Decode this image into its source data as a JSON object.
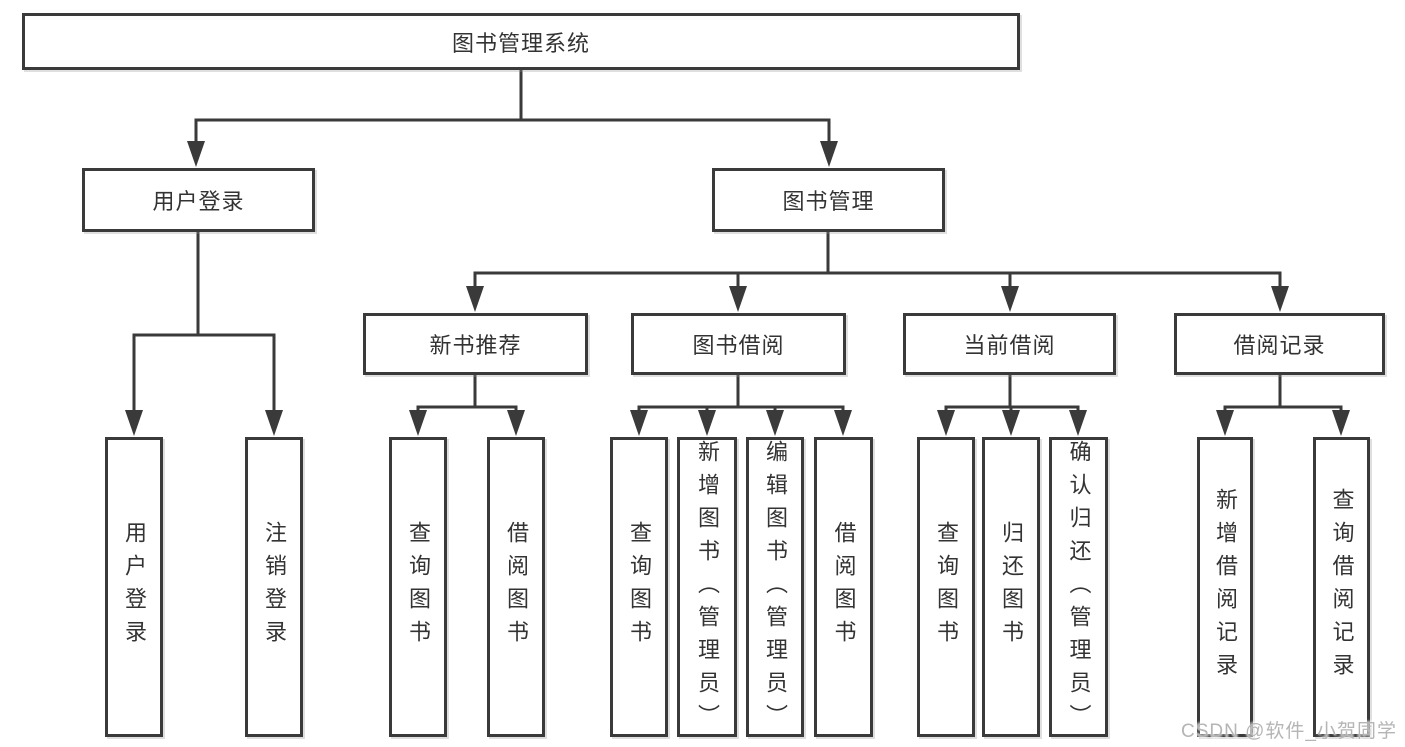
{
  "diagram": {
    "root": {
      "label": "图书管理系统"
    },
    "level2": [
      {
        "label": "用户登录"
      },
      {
        "label": "图书管理"
      }
    ],
    "level3": [
      {
        "label": "新书推荐"
      },
      {
        "label": "图书借阅"
      },
      {
        "label": "当前借阅"
      },
      {
        "label": "借阅记录"
      }
    ],
    "leaves": [
      {
        "label": "用户登录"
      },
      {
        "label": "注销登录"
      },
      {
        "label": "查询图书"
      },
      {
        "label": "借阅图书"
      },
      {
        "label": "查询图书"
      },
      {
        "label": "新增图书（管理员）"
      },
      {
        "label": "编辑图书（管理员）"
      },
      {
        "label": "借阅图书"
      },
      {
        "label": "查询图书"
      },
      {
        "label": "归还图书"
      },
      {
        "label": "确认归还（管理员）"
      },
      {
        "label": "新增借阅记录"
      },
      {
        "label": "查询借阅记录"
      }
    ]
  },
  "watermark": "CSDN @软件_小贺同学",
  "colors": {
    "line": "#3a3a3a",
    "text": "#333333",
    "watermark": "#b5b5b5"
  }
}
